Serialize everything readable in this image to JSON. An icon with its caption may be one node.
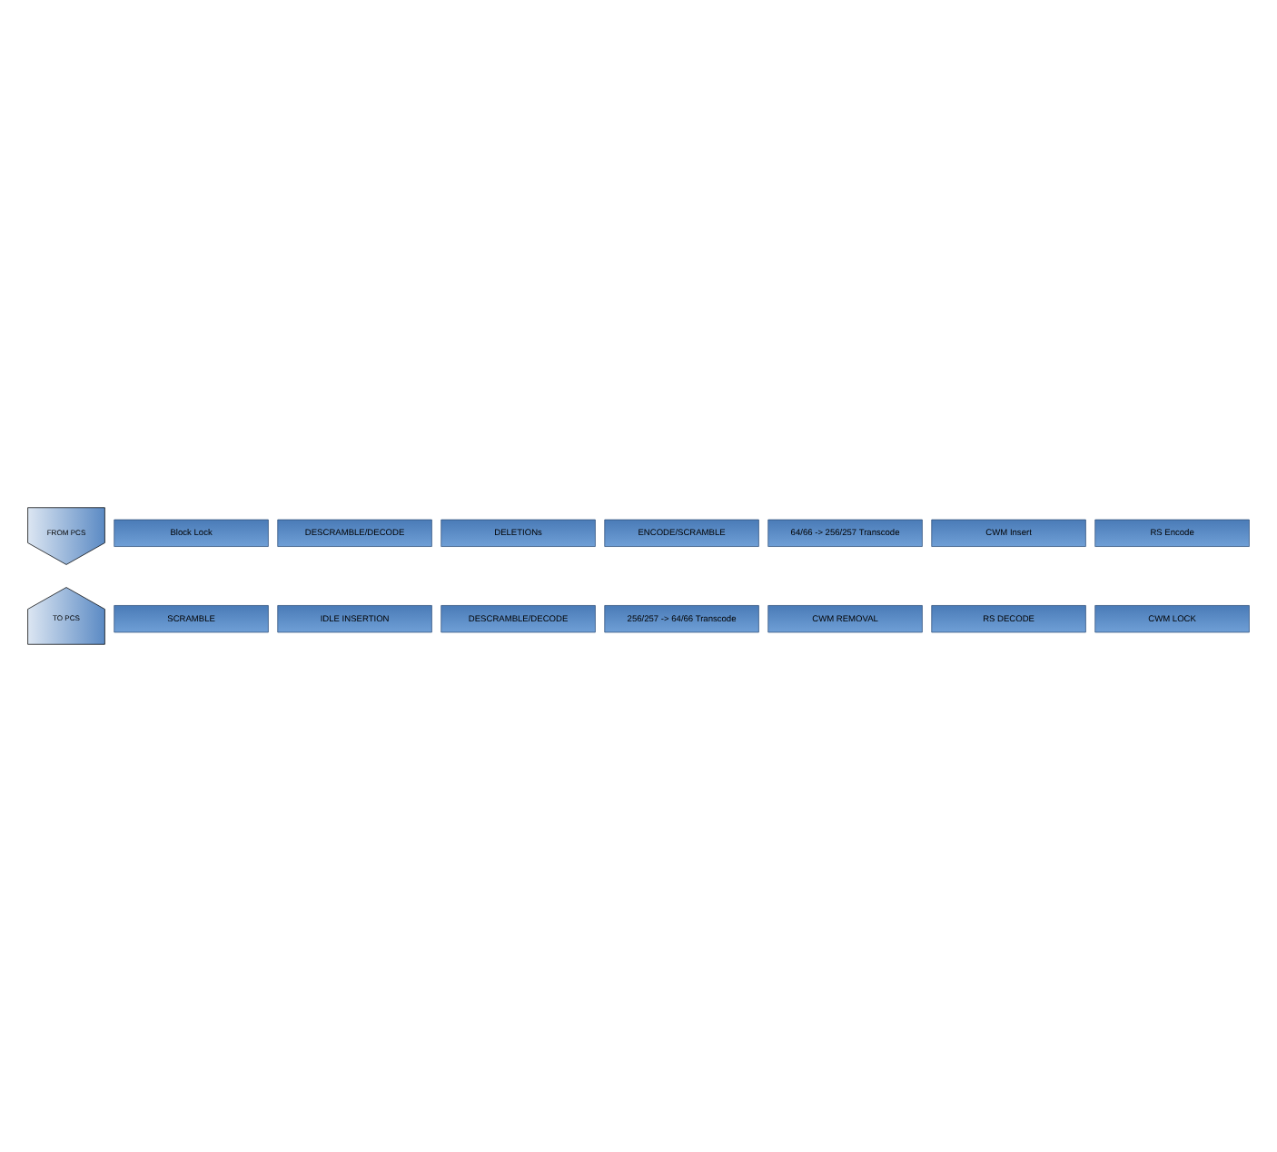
{
  "diagram": {
    "nodes": [
      {
        "text": [
          "FROM PCS"
        ]
      },
      {
        "text": [
          "Block Lock"
        ]
      },
      {
        "text": [
          "DESCRAMBLE/DECODE"
        ]
      },
      {
        "text": [
          "DELETIONs"
        ]
      },
      {
        "text": [
          "ENCODE/SCRAMBLE"
        ]
      },
      {
        "text": [
          "64/66 -> 256/257 Transcode"
        ]
      },
      {
        "text": [
          "CWM Insert"
        ]
      },
      {
        "text": [
          "RS Encode"
        ]
      },
      {
        "text": [
          "TO PCS"
        ]
      },
      {
        "text": [
          "SCRAMBLE"
        ]
      },
      {
        "text": [
          "IDLE INSERTION"
        ]
      },
      {
        "text": [
          "DESCRAMBLE/DECODE"
        ]
      },
      {
        "text": [
          "256/257 -> 64/66 Transcode"
        ]
      },
      {
        "text": [
          "CWM REMOVAL"
        ]
      },
      {
        "text": [
          "RS DECODE"
        ]
      },
      {
        "text": [
          "CWM LOCK"
        ]
      }
    ]
  }
}
